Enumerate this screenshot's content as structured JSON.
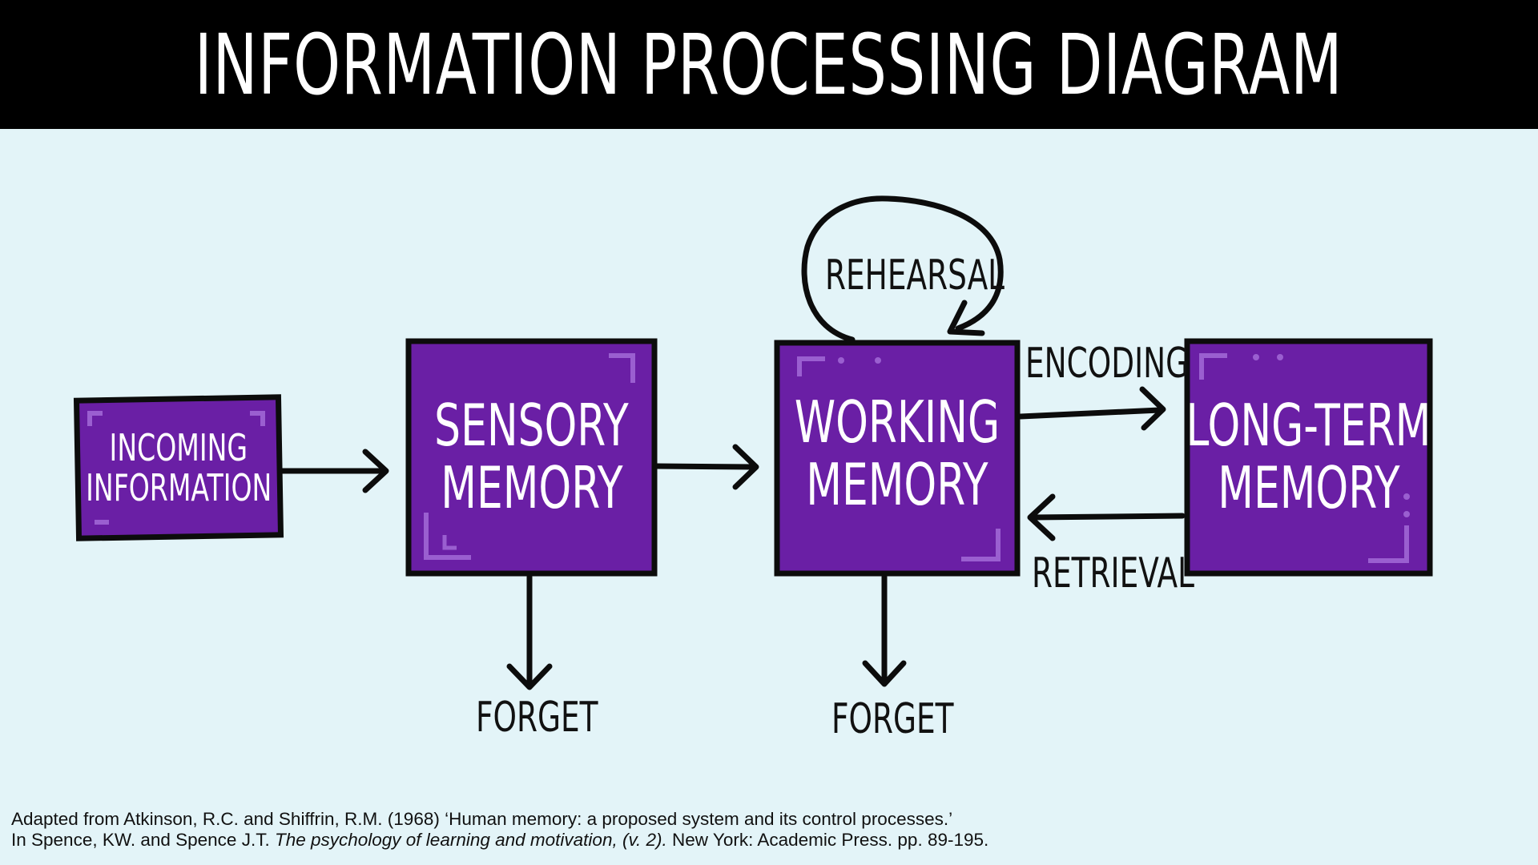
{
  "title": "INFORMATION PROCESSING DIAGRAM",
  "boxes": {
    "incoming": {
      "line1": "INCOMING",
      "line2": "INFORMATION"
    },
    "sensory": {
      "line1": "SENSORY",
      "line2": "MEMORY"
    },
    "working": {
      "line1": "WORKING",
      "line2": "MEMORY"
    },
    "longterm": {
      "line1": "LONG-TERM",
      "line2": "MEMORY"
    }
  },
  "labels": {
    "rehearsal": "REHEARSAL",
    "encoding": "ENCODING",
    "retrieval": "RETRIEVAL",
    "forget_sensory": "FORGET",
    "forget_working": "FORGET"
  },
  "citation": {
    "line1": "Adapted from Atkinson, R.C. and Shiffrin, R.M. (1968) ‘Human memory: a proposed system and its control processes.’",
    "line2_prefix": "In Spence, KW. and Spence J.T. ",
    "line2_italic": "The psychology of learning and motivation, (v. 2).",
    "line2_suffix": " New York: Academic Press. pp. 89-195."
  },
  "colors": {
    "background": "#e3f4f8",
    "title_bar": "#000000",
    "box_fill": "#6a1fa5",
    "box_accent": "#9a5fd0",
    "ink": "#111111"
  }
}
